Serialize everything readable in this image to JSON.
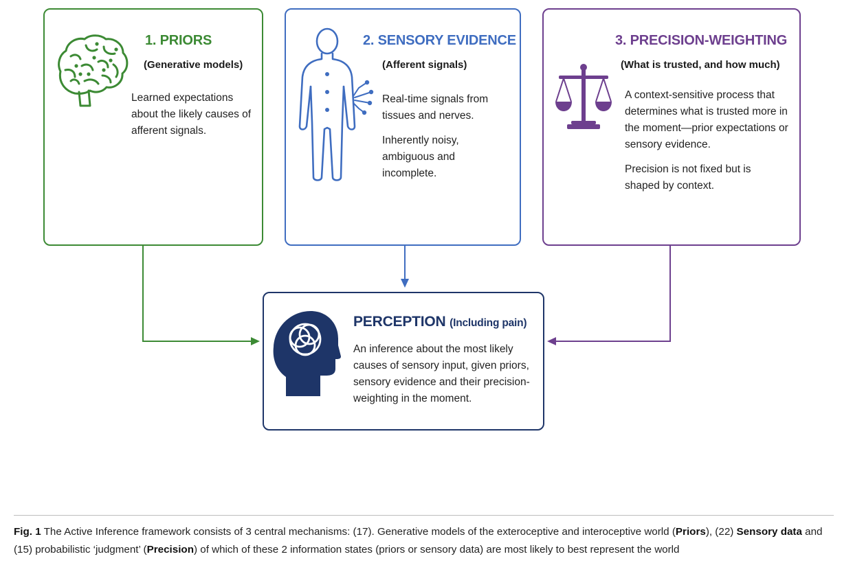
{
  "priors": {
    "title": "1. PRIORS",
    "subtitle": "(Generative models)",
    "body": "Learned expectations about the likely causes of afferent signals.",
    "color": "#3c8a34"
  },
  "sensory": {
    "title": "2. SENSORY EVIDENCE",
    "subtitle": "(Afferent signals)",
    "body1": "Real-time signals from tissues and nerves.",
    "body2": "Inherently noisy, ambiguous and incomplete.",
    "color": "#3f6dc0"
  },
  "precision": {
    "title": "3. PRECISION-WEIGHTING",
    "subtitle": "(What is trusted, and how much)",
    "body1": "A context-sensitive process that determines what is trusted more in the moment—prior expectations or sensory evidence.",
    "body2": "Precision is not fixed but is shaped by context.",
    "color": "#6d3f8e"
  },
  "perception": {
    "title": "PERCEPTION",
    "title_suffix": "(Including pain)",
    "body": "An inference about the most likely causes of sensory input, given priors, sensory evidence and their precision-weighting in the moment.",
    "color": "#1e3568"
  },
  "icons": {
    "priors": "brain-icon",
    "sensory": "human-body-icon",
    "precision": "scales-icon",
    "perception": "head-icon"
  },
  "caption": {
    "label": "Fig. 1",
    "text1": "The Active Inference framework consists of 3 central mechanisms: (17). Generative models of the exteroceptive and interoceptive world (",
    "bold1": "Priors",
    "text2": "), (22) ",
    "bold2": "Sensory data",
    "text3": " and (15) probabilistic ‘judgment’ (",
    "bold3": "Precision",
    "text4": ") of which of these 2 information states (priors or sensory data) are most likely to best represent the world"
  }
}
